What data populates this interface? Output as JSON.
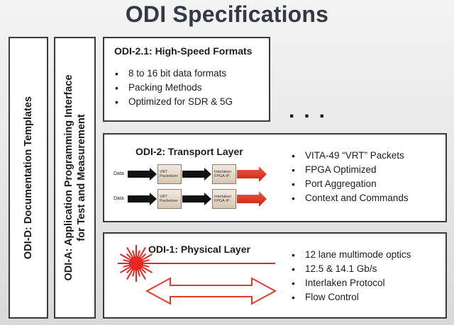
{
  "title": "ODI Specifications",
  "left_col": {
    "docs": "ODI-D: Documentation Templates",
    "api_line1": "ODI-A: Application Programming Interface",
    "api_line2": "for Test and Measurement"
  },
  "formats": {
    "title": "ODI-2.1: High-Speed Formats",
    "bullets": [
      "8 to 16 bit data formats",
      "Packing Methods",
      "Optimized for SDR & 5G"
    ]
  },
  "ellipsis": "...",
  "transport": {
    "title": "ODI-2: Transport Layer",
    "rows": [
      {
        "data": "Data",
        "packetizer": [
          "VRT",
          "Packetizer"
        ],
        "fpga": [
          "Interlaken",
          "FPGA IP"
        ]
      },
      {
        "data": "Data",
        "packetizer": [
          "VRT",
          "Packetizer"
        ],
        "fpga": [
          "Interlaken",
          "FPGA IP"
        ]
      }
    ],
    "bullets": [
      "VITA-49 “VRT” Packets",
      "FPGA Optimized",
      "Port Aggregation",
      "Context and Commands"
    ]
  },
  "physical": {
    "title": "ODI-1: Physical Layer",
    "bullets": [
      "12 lane multimode optics",
      "12.5 & 14.1 Gb/s",
      "Interlaken Protocol",
      "Flow Control"
    ]
  },
  "colors": {
    "title_text": "#343a45",
    "laser_red": "#e8251f",
    "arrow_red": "#e33b2a",
    "box_border": "#3a3a3a"
  }
}
